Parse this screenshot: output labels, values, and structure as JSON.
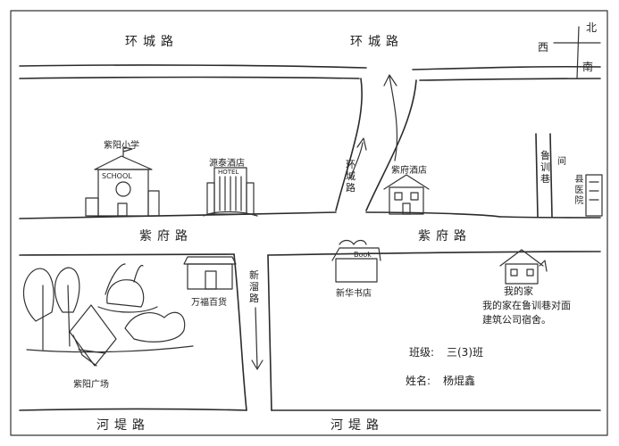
{
  "roads": {
    "ring_road_top_left": "环城路",
    "ring_road_top_right": "环城路",
    "ring_road_vertical": "环城路",
    "zifu_road_left": "紫府路",
    "zifu_road_right": "紫府路",
    "xinliu_road": "新溜路",
    "hedi_road_left": "河堤路",
    "hedi_road_right": "河堤路",
    "gongli_street": "鲁训巷"
  },
  "compass": {
    "north": "北",
    "south": "南",
    "west": "西"
  },
  "places": {
    "school": "紫阳小学",
    "school_sign": "SCHOOL",
    "hotel": "源泰酒店",
    "hotel_sign": "HOTEL",
    "zifu_hotel": "紫府酒店",
    "bookstore": "新华书店",
    "bookstore_sign": "Book",
    "department_store": "万福百货",
    "plaza": "紫阳广场",
    "hospital": "县医院",
    "gate": "间"
  },
  "home_note": {
    "line1": "我的家",
    "line2": "我的家在鲁训巷对面",
    "line3": "建筑公司宿舍。"
  },
  "info": {
    "class_label": "班级:",
    "class_value": "三(3)班",
    "name_label": "姓名:",
    "name_value": "杨焜鑫"
  }
}
